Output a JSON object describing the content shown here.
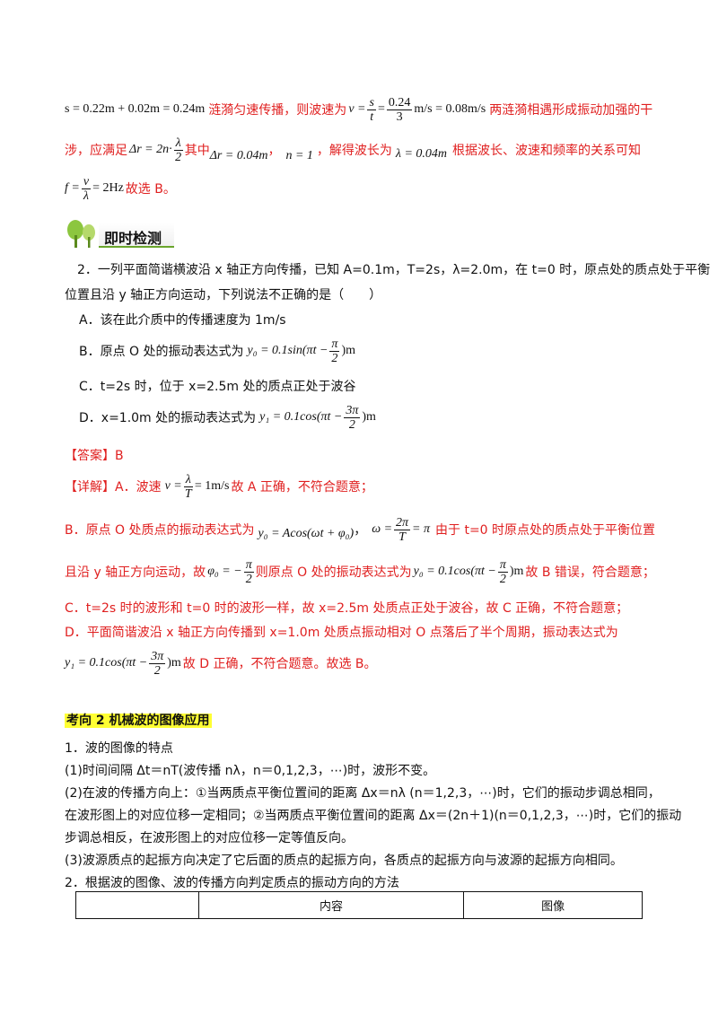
{
  "top_solution": {
    "line1": {
      "eq_s": "s = 0.22m + 0.02m = 0.24m",
      "t1": "涟漪匀速传播，则波速为",
      "v_pre": "v =",
      "v_frac1_num": "s",
      "v_frac1_den": "t",
      "v_eq": "=",
      "v_frac2_num": "0.24",
      "v_frac2_den": "3",
      "v_post": "m/s = 0.08m/s",
      "t2": "两涟漪相遇形成振动加强的干"
    },
    "line2": {
      "t1": "涉，应满足",
      "dr_pre": "Δr = 2n·",
      "dr_num": "λ",
      "dr_den": "2",
      "t2": "其中",
      "dr_val": "Δr = 0.04m",
      "t3": "，",
      "n_val": "n = 1",
      "t4": "，解得波长为",
      "lambda_val": "λ = 0.04m",
      "t5": "根据波长、波速和频率的关系可知"
    },
    "line3": {
      "f_pre": "f =",
      "f_num": "v",
      "f_den": "λ",
      "f_post": "= 2Hz",
      "t1": "故选 B。"
    }
  },
  "banner": {
    "title": "即时检测",
    "icon": "tree-icon"
  },
  "question": {
    "stem1": "2．一列平面简谐横波沿 x 轴正方向传播，已知 A=0.1m，T=2s，λ=2.0m，在 t=0 时，原点处的质点处于平衡",
    "stem2": "位置且沿 y 轴正方向运动，下列说法不正确的是（　　）",
    "optA": "A．该在此介质中的传播速度为 1m/s",
    "optB_pre": "B．原点 O 处的振动表达式为",
    "optB_math_pre": "y₀ = 0.1sin(πt −",
    "optB_num": "π",
    "optB_den": "2",
    "optB_math_post": ")m",
    "optC": "C．t=2s 时，位于 x=2.5m 处的质点正处于波谷",
    "optD_pre": "D．x=1.0m 处的振动表达式为",
    "optD_math_pre": "y₁ = 0.1cos(πt −",
    "optD_num": "3π",
    "optD_den": "2",
    "optD_math_post": ")m"
  },
  "answer": {
    "label": "【答案】B"
  },
  "explain": {
    "l1_pre": "【详解】A．波速",
    "l1_math_pre": "v =",
    "l1_num": "λ",
    "l1_den": "T",
    "l1_math_post": "= 1m/s",
    "l1_post": "故 A 正确，不符合题意；",
    "l2_pre": "B．原点 O 处质点的振动表达式为",
    "l2_math": "y₀ = Acos(ωt + φ₀)",
    "l2_sep": "，",
    "l2_omega_pre": "ω =",
    "l2_num": "2π",
    "l2_den": "T",
    "l2_omega_post": "= π",
    "l2_post": "由于 t=0 时原点处的质点处于平衡位置",
    "l3_pre": "且沿 y 轴正方向运动，故",
    "l3_phi_pre": "φ₀ = −",
    "l3_num": "π",
    "l3_den": "2",
    "l3_mid": "则原点 O 处的振动表达式为",
    "l3_y_pre": "y₀ = 0.1cos(πt −",
    "l3_y_num": "π",
    "l3_y_den": "2",
    "l3_y_post": ")m",
    "l3_post": "故 B 错误，符合题意；",
    "l4": "C．t=2s 时的波形和 t=0 时的波形一样，故 x=2.5m 处质点正处于波谷，故 C 正确，不符合题意；",
    "l5": "D．平面简谐波沿 x 轴正方向传播到 x=1.0m 处质点振动相对 O 点落后了半个周期，振动表达式为",
    "l6_math_pre": "y₁ = 0.1cos(πt −",
    "l6_num": "3π",
    "l6_den": "2",
    "l6_math_post": ")m",
    "l6_post": "故 D 正确，不符合题意。故选 B。"
  },
  "section2": {
    "label": "考向 2  机械波的图像应用",
    "p1": "1．波的图像的特点",
    "p2": "(1)时间间隔 Δt＝nT(波传播 nλ，n＝0,1,2,3，⋯)时，波形不变。",
    "p3a": "(2)在波的传播方向上：①当两质点平衡位置间的距离 Δx＝nλ (n＝1,2,3，⋯)时，它们的振动步调总相同，",
    "p3b": "在波形图上的对应位移一定相同；②当两质点平衡位置间的距离 Δx＝(2n＋1)(n＝0,1,2,3，⋯)时，它们的振动",
    "p3c": "步调总相反，在波形图上的对应位移一定等值反向。",
    "p4": "(3)波源质点的起振方向决定了它后面的质点的起振方向，各质点的起振方向与波源的起振方向相同。",
    "p5": "2．根据波的图像、波的传播方向判定质点的振动方向的方法",
    "table_headers": [
      "",
      "内容",
      "图像"
    ]
  }
}
